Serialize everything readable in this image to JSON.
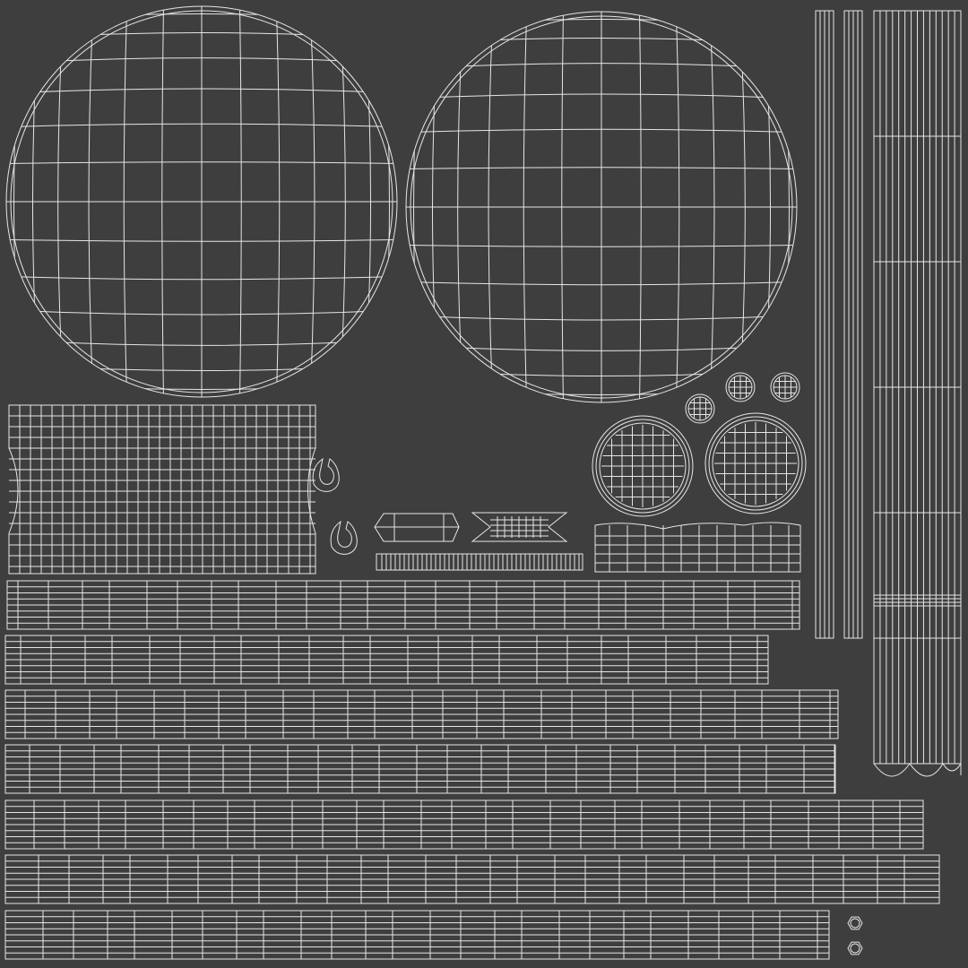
{
  "colors": {
    "background": "#3e3e3e",
    "wire": "#e6e6e6"
  },
  "content": {
    "type": "uv-wireframe-layout",
    "shells": [
      "sphere-left",
      "sphere-right",
      "vertical-strip-1",
      "vertical-strip-2",
      "vertical-strip-wide",
      "grid-patch",
      "ring-left",
      "ring-right",
      "small-circle-1",
      "small-circle-2",
      "small-circle-3",
      "hook-1",
      "hook-2",
      "capsule",
      "bowtie",
      "thin-strip",
      "wavy-strip",
      "long-strip-1",
      "long-strip-2",
      "long-strip-3",
      "long-strip-4",
      "long-strip-5",
      "long-strip-6",
      "long-strip-7",
      "hexagon-1",
      "hexagon-2"
    ]
  }
}
